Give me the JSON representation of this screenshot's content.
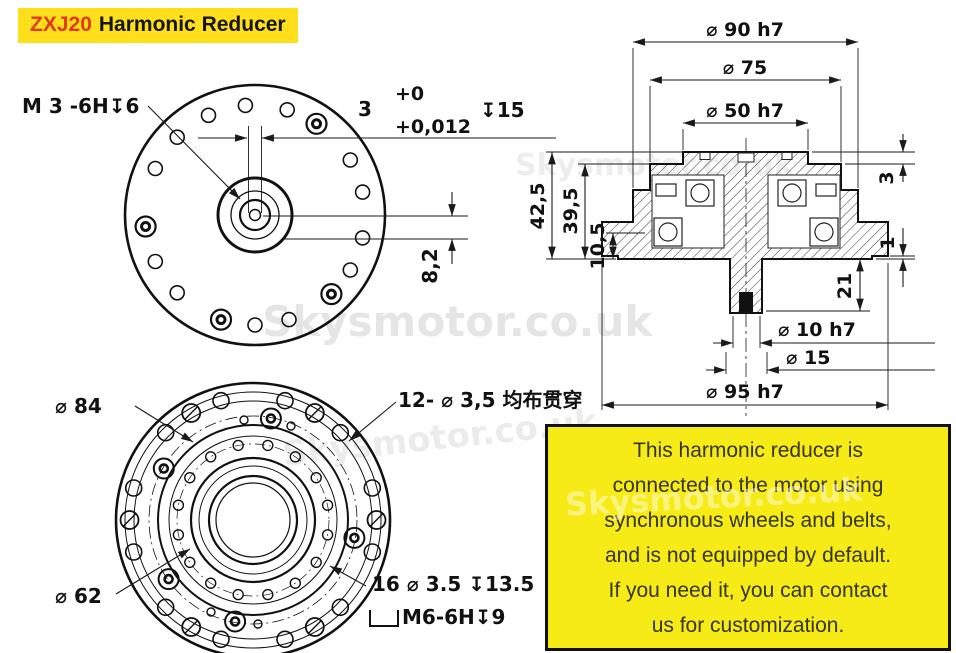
{
  "title": {
    "model": "ZXJ20",
    "name": "Harmonic Reducer"
  },
  "watermark": {
    "text": "Skysmotor.co.uk"
  },
  "front_view": {
    "thread_callout": "M 3  -6H↧6",
    "key_width": "3",
    "tol_upper": "+0",
    "tol_lower": "+0,012",
    "key_depth": "↧15",
    "offset": "8,2"
  },
  "section_view": {
    "dia_90": "⌀ 90  h7",
    "dia_75": "⌀ 75",
    "dia_50": "⌀ 50  h7",
    "height_total": "42,5",
    "height_inner": "39,5",
    "height_base": "10,5",
    "step_top": "3",
    "step_lip": "1",
    "shaft_len": "21",
    "dia_10": "⌀ 10  h7",
    "dia_15": "⌀ 15",
    "dia_95": "⌀ 95  h7"
  },
  "bottom_view": {
    "dia_84": "⌀ 84",
    "holes_outer": "12- ⌀ 3,5  均布贯穿",
    "dia_62": "⌀ 62",
    "holes_inner": "16  ⌀ 3.5  ↧13.5",
    "thread_callout": "M6-6H↧9"
  },
  "note_box": {
    "lines": [
      "This harmonic reducer is",
      "connected to the motor using",
      "synchronous wheels and belts,",
      "and is not equipped by default.",
      "If you need it, you can contact",
      "us for customization."
    ]
  },
  "colors": {
    "badge_bg": "#ffde1c",
    "model_red": "#e2391b",
    "note_bg": "#f6eb16",
    "line": "#111111",
    "watermark_gray": "#d9d9d9"
  }
}
